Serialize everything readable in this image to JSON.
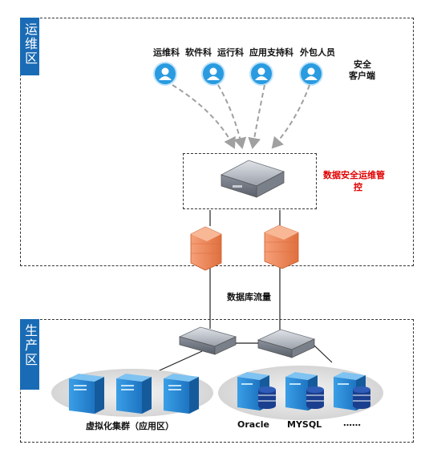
{
  "ops_zone": {
    "label": "运维区"
  },
  "prod_zone": {
    "label": "生产区"
  },
  "users": [
    {
      "label": "运维科"
    },
    {
      "label": "软件科"
    },
    {
      "label": "运行科"
    },
    {
      "label": "应用支持科"
    },
    {
      "label": "外包人员"
    }
  ],
  "client_label": {
    "line1": "安全",
    "line2": "客户端"
  },
  "gateway_label": {
    "line1": "数据安全运维管",
    "line2": "控",
    "color": "#e00000"
  },
  "traffic_label": "数据库流量",
  "virtual_cluster_label": "虚拟化集群（应用区）",
  "databases": [
    {
      "label": "Oracle"
    },
    {
      "label": "MYSQL"
    },
    {
      "label": "……"
    }
  ],
  "colors": {
    "zone_tag": "#1a6bb5",
    "avatar": "#2a9be0",
    "server": "#2d8fd8",
    "db": "#1b3f8f",
    "firewall": "#f08a58"
  }
}
